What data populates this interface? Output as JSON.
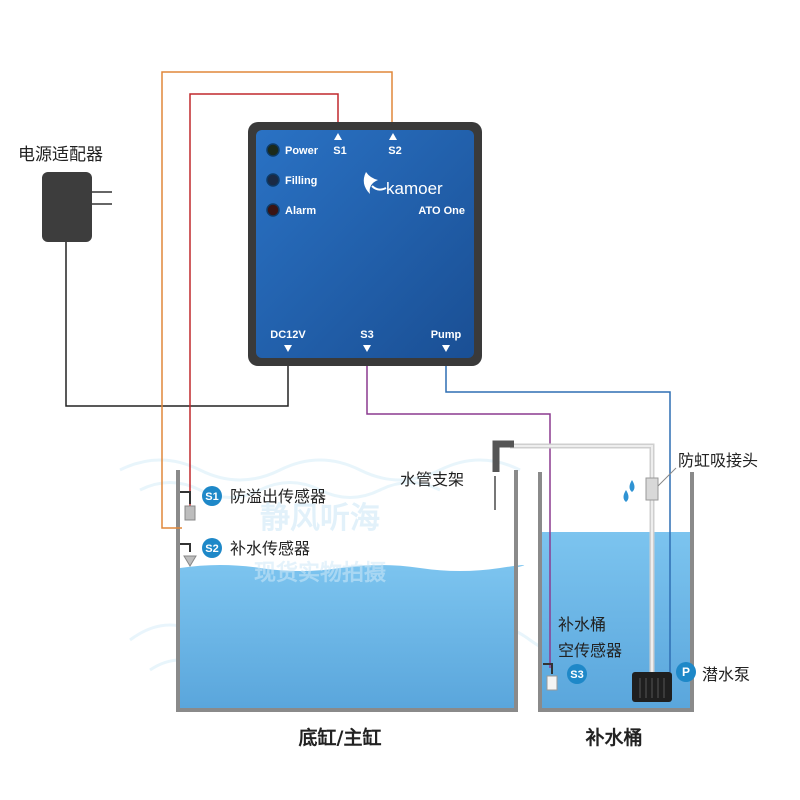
{
  "labels": {
    "power_adapter": "电源适配器",
    "pipe_holder": "水管支架",
    "anti_siphon": "防虹吸接头",
    "overflow_sensor": "防溢出传感器",
    "refill_sensor": "补水传感器",
    "refill_tank_empty_sensor_line1": "补水桶",
    "refill_tank_empty_sensor_line2": "空传感器",
    "submersible_pump": "潜水泵",
    "sump_main_tank": "底缸/主缸",
    "refill_tank": "补水桶"
  },
  "controller": {
    "brand": "kamoer",
    "model": "ATO One",
    "indicators": [
      "Power",
      "Filling",
      "Alarm"
    ],
    "ports_top": [
      "S1",
      "S2"
    ],
    "ports_bottom": [
      "DC12V",
      "S3",
      "Pump"
    ]
  },
  "badges": {
    "s1": "S1",
    "s2": "S2",
    "s3": "S3",
    "p": "P"
  },
  "watermark": {
    "line1": "静风听海",
    "line2": "现货实物拍摄"
  },
  "colors": {
    "controller_body": "#1f5fae",
    "controller_frame": "#3a3a3a",
    "water": "#6bb6e6",
    "wire_s1": "#c0282d",
    "wire_s2": "#e0873a",
    "wire_s3": "#8b3a8f",
    "wire_pump": "#2f6fb3",
    "wire_power": "#222222",
    "badge": "#1e88c8",
    "tube": "#c8c8c8"
  }
}
